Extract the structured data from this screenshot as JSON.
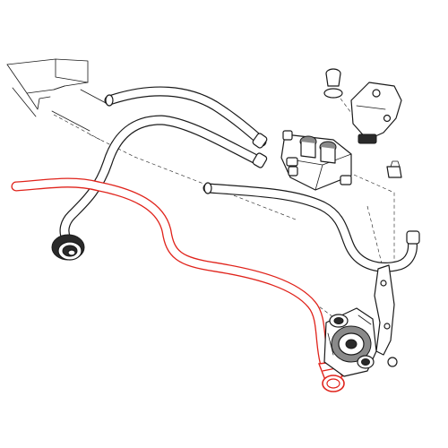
{
  "diagram": {
    "colors": {
      "line": "#1a1a1a",
      "highlight": "#e0231b",
      "background": "#ffffff",
      "shade": "#8a8a8a"
    },
    "parts": [
      "bulkhead-outline",
      "upper-return-hose",
      "upper-feed-hose",
      "lower-supply-hose",
      "highlighted-coolant-hose",
      "heater-valve-block",
      "mounting-bracket",
      "grommet",
      "small-clip",
      "auxiliary-water-pump",
      "pump-support-bracket"
    ],
    "highlighted_part": "highlighted-coolant-hose"
  }
}
